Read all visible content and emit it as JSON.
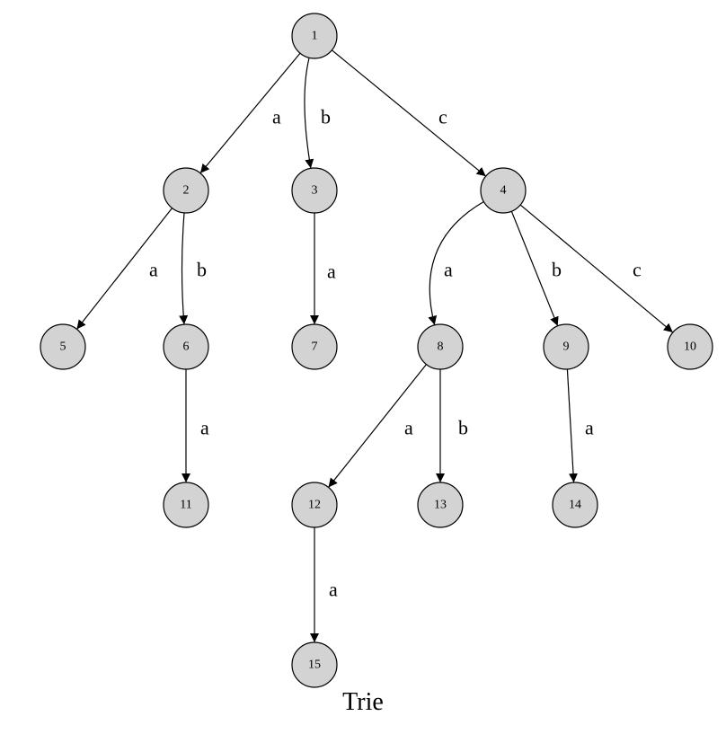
{
  "title": "Trie",
  "nodes": [
    {
      "id": "1",
      "label": "1"
    },
    {
      "id": "2",
      "label": "2"
    },
    {
      "id": "3",
      "label": "3"
    },
    {
      "id": "4",
      "label": "4"
    },
    {
      "id": "5",
      "label": "5"
    },
    {
      "id": "6",
      "label": "6"
    },
    {
      "id": "7",
      "label": "7"
    },
    {
      "id": "8",
      "label": "8"
    },
    {
      "id": "9",
      "label": "9"
    },
    {
      "id": "10",
      "label": "10"
    },
    {
      "id": "11",
      "label": "11"
    },
    {
      "id": "12",
      "label": "12"
    },
    {
      "id": "13",
      "label": "13"
    },
    {
      "id": "14",
      "label": "14"
    },
    {
      "id": "15",
      "label": "15"
    }
  ],
  "edges": [
    {
      "from": "1",
      "to": "2",
      "label": "a"
    },
    {
      "from": "1",
      "to": "3",
      "label": "b"
    },
    {
      "from": "1",
      "to": "4",
      "label": "c"
    },
    {
      "from": "2",
      "to": "5",
      "label": "a"
    },
    {
      "from": "2",
      "to": "6",
      "label": "b"
    },
    {
      "from": "3",
      "to": "7",
      "label": "a"
    },
    {
      "from": "4",
      "to": "8",
      "label": "a"
    },
    {
      "from": "4",
      "to": "9",
      "label": "b"
    },
    {
      "from": "4",
      "to": "10",
      "label": "c"
    },
    {
      "from": "6",
      "to": "11",
      "label": "a"
    },
    {
      "from": "8",
      "to": "12",
      "label": "a"
    },
    {
      "from": "8",
      "to": "13",
      "label": "b"
    },
    {
      "from": "9",
      "to": "14",
      "label": "a"
    },
    {
      "from": "12",
      "to": "15",
      "label": "a"
    }
  ],
  "style": {
    "node_fill": "#d3d3d3",
    "stroke": "#000000"
  }
}
